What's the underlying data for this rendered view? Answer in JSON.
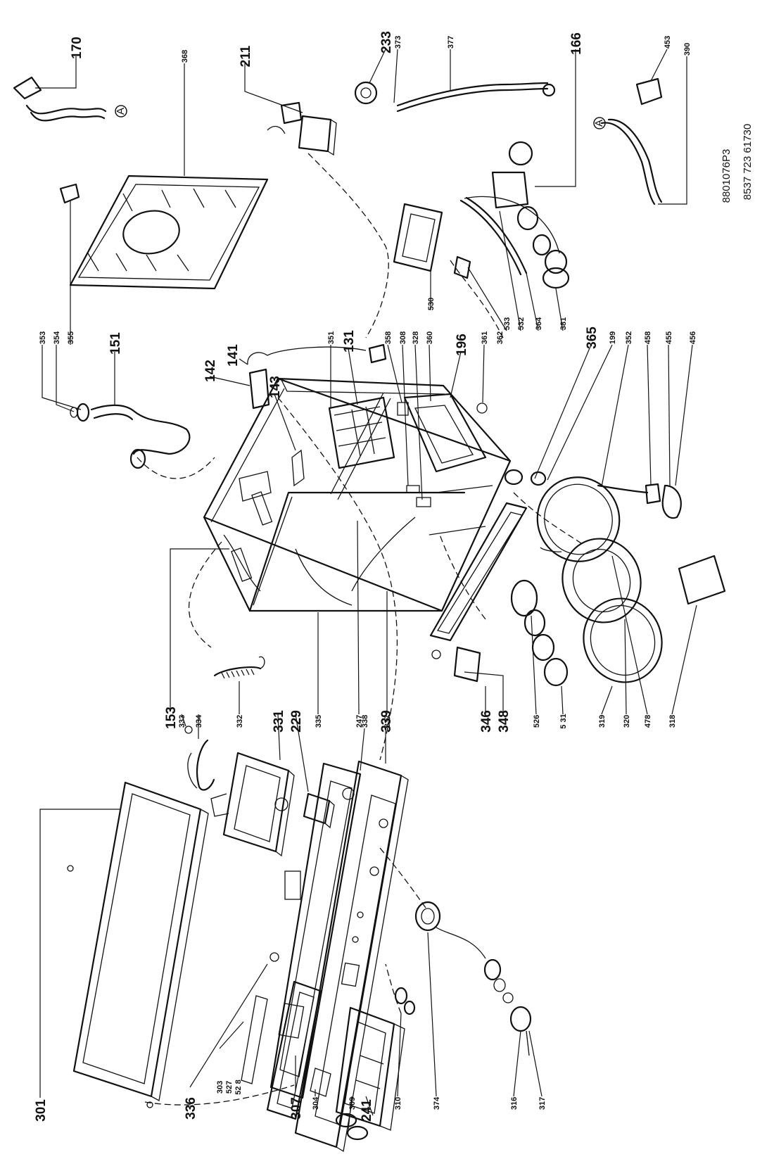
{
  "doc_codes": [
    "8537 723 61730",
    "8801076P3"
  ],
  "part_labels": [
    {
      "id": "301",
      "size": "lg"
    },
    {
      "id": "336",
      "size": "lg"
    },
    {
      "id": "303",
      "size": "sm"
    },
    {
      "id": "527",
      "size": "sm"
    },
    {
      "id": "52 8",
      "size": "sm"
    },
    {
      "id": "307",
      "size": "lg"
    },
    {
      "id": "304",
      "size": "sm"
    },
    {
      "id": "309",
      "size": "sm"
    },
    {
      "id": "241",
      "size": "lg"
    },
    {
      "id": "310",
      "size": "sm"
    },
    {
      "id": "374",
      "size": "sm"
    },
    {
      "id": "316",
      "size": "sm"
    },
    {
      "id": "317",
      "size": "sm"
    },
    {
      "id": "339",
      "size": "lg"
    },
    {
      "id": "338",
      "size": "sm"
    },
    {
      "id": "337",
      "size": "sm"
    },
    {
      "id": "247",
      "size": "sm"
    },
    {
      "id": "335",
      "size": "sm"
    },
    {
      "id": "332",
      "size": "sm"
    },
    {
      "id": "331",
      "size": "lg"
    },
    {
      "id": "229",
      "size": "lg"
    },
    {
      "id": "334",
      "size": "sm"
    },
    {
      "id": "333",
      "size": "sm"
    },
    {
      "id": "153",
      "size": "lg"
    },
    {
      "id": "346",
      "size": "lg"
    },
    {
      "id": "348",
      "size": "lg"
    },
    {
      "id": "526",
      "size": "sm"
    },
    {
      "id": "5 31",
      "size": "sm"
    },
    {
      "id": "319",
      "size": "sm"
    },
    {
      "id": "320",
      "size": "sm"
    },
    {
      "id": "478",
      "size": "sm"
    },
    {
      "id": "318",
      "size": "sm"
    },
    {
      "id": "353",
      "size": "sm"
    },
    {
      "id": "354",
      "size": "sm"
    },
    {
      "id": "355",
      "size": "sm"
    },
    {
      "id": "151",
      "size": "lg"
    },
    {
      "id": "142",
      "size": "lg"
    },
    {
      "id": "141",
      "size": "lg"
    },
    {
      "id": "143",
      "size": "lg"
    },
    {
      "id": "351",
      "size": "sm"
    },
    {
      "id": "131",
      "size": "lg"
    },
    {
      "id": "358",
      "size": "sm"
    },
    {
      "id": "308",
      "size": "sm"
    },
    {
      "id": "328",
      "size": "sm"
    },
    {
      "id": "360",
      "size": "sm"
    },
    {
      "id": "530",
      "size": "sm"
    },
    {
      "id": "196",
      "size": "lg"
    },
    {
      "id": "361",
      "size": "sm"
    },
    {
      "id": "362",
      "size": "sm"
    },
    {
      "id": "533",
      "size": "sm"
    },
    {
      "id": "532",
      "size": "sm"
    },
    {
      "id": "364",
      "size": "sm"
    },
    {
      "id": "381",
      "size": "sm"
    },
    {
      "id": "365",
      "size": "lg"
    },
    {
      "id": "199",
      "size": "sm"
    },
    {
      "id": "352",
      "size": "sm"
    },
    {
      "id": "458",
      "size": "sm"
    },
    {
      "id": "455",
      "size": "sm"
    },
    {
      "id": "456",
      "size": "sm"
    },
    {
      "id": "170",
      "size": "lg"
    },
    {
      "id": "368",
      "size": "sm"
    },
    {
      "id": "211",
      "size": "lg"
    },
    {
      "id": "233",
      "size": "lg"
    },
    {
      "id": "373",
      "size": "sm"
    },
    {
      "id": "377",
      "size": "sm"
    },
    {
      "id": "166",
      "size": "lg"
    },
    {
      "id": "453",
      "size": "sm"
    },
    {
      "id": "390",
      "size": "sm"
    }
  ],
  "connector_markers": [
    "A",
    "A"
  ]
}
